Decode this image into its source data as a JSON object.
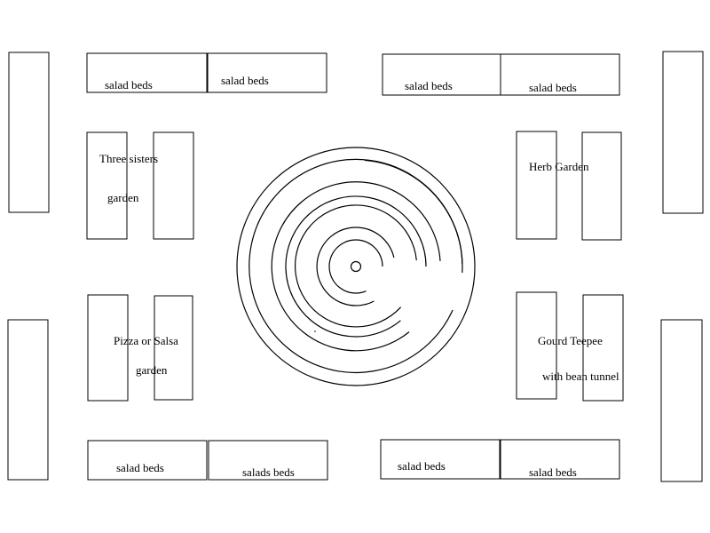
{
  "colors": {
    "stroke": "#000000",
    "background": "#ffffff"
  },
  "labels": {
    "salad_top_1": "salad beds",
    "salad_top_2": "salad beds",
    "salad_top_3": "salad beds",
    "salad_top_4": "salad beds",
    "salad_bottom_1": "salad beds",
    "salad_bottom_2": "salads beds",
    "salad_bottom_3": "salad beds",
    "salad_bottom_4": "salad beds",
    "three_sisters_line1": "Three sisters",
    "three_sisters_line2": "garden",
    "herb_garden": "Herb Garden",
    "pizza_line1": "Pizza or Salsa",
    "pizza_line2": "garden",
    "gourd_line1": "Gourd Teepee",
    "gourd_line2": "with bean tunnel"
  }
}
